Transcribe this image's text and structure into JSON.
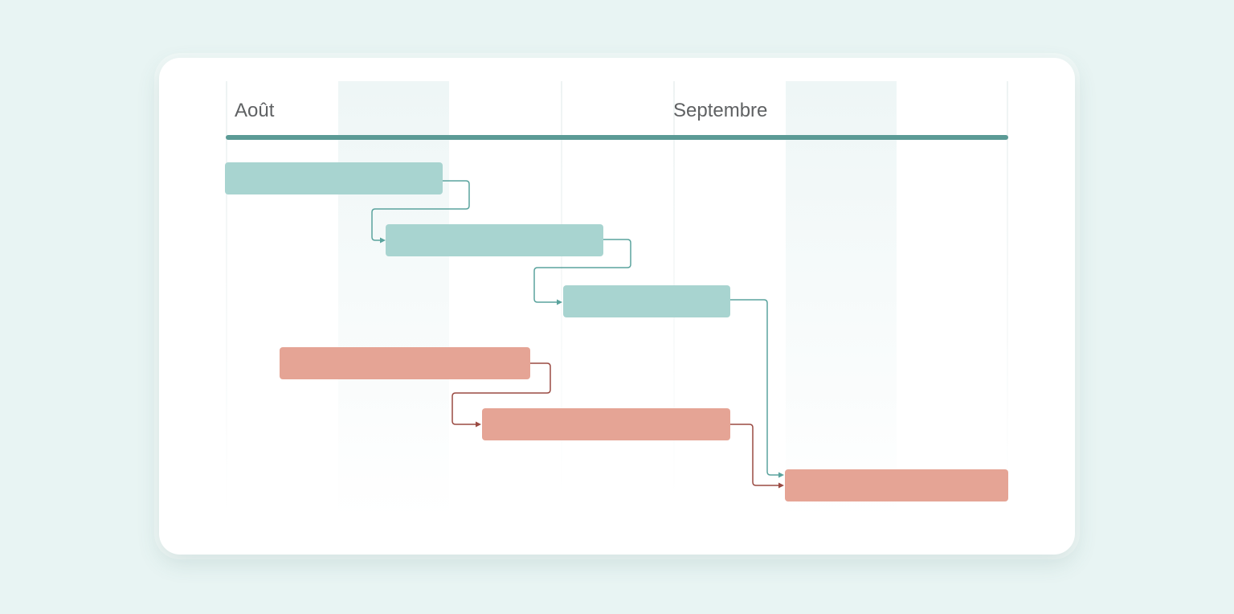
{
  "timeline": {
    "months": [
      "Août",
      "Septembre"
    ]
  },
  "colors": {
    "background": "#e8f4f3",
    "card": "#ffffff",
    "header_line": "#5b9a95",
    "teal_bar": "#a8d4d0",
    "teal_connector": "#5aa39d",
    "salmon_bar": "#e5a495",
    "salmon_connector": "#9a4a42",
    "shaded_column": "#f1f7f7"
  },
  "tasks": [
    {
      "id": "t1",
      "group": "teal"
    },
    {
      "id": "t2",
      "group": "teal"
    },
    {
      "id": "t3",
      "group": "teal"
    },
    {
      "id": "t4",
      "group": "salmon"
    },
    {
      "id": "t5",
      "group": "salmon"
    },
    {
      "id": "t6",
      "group": "salmon"
    }
  ],
  "dependencies": [
    {
      "from": "t1",
      "to": "t2",
      "group": "teal"
    },
    {
      "from": "t2",
      "to": "t3",
      "group": "teal"
    },
    {
      "from": "t3",
      "to": "t6",
      "group": "teal"
    },
    {
      "from": "t4",
      "to": "t5",
      "group": "salmon"
    },
    {
      "from": "t5",
      "to": "t6",
      "group": "salmon"
    }
  ]
}
